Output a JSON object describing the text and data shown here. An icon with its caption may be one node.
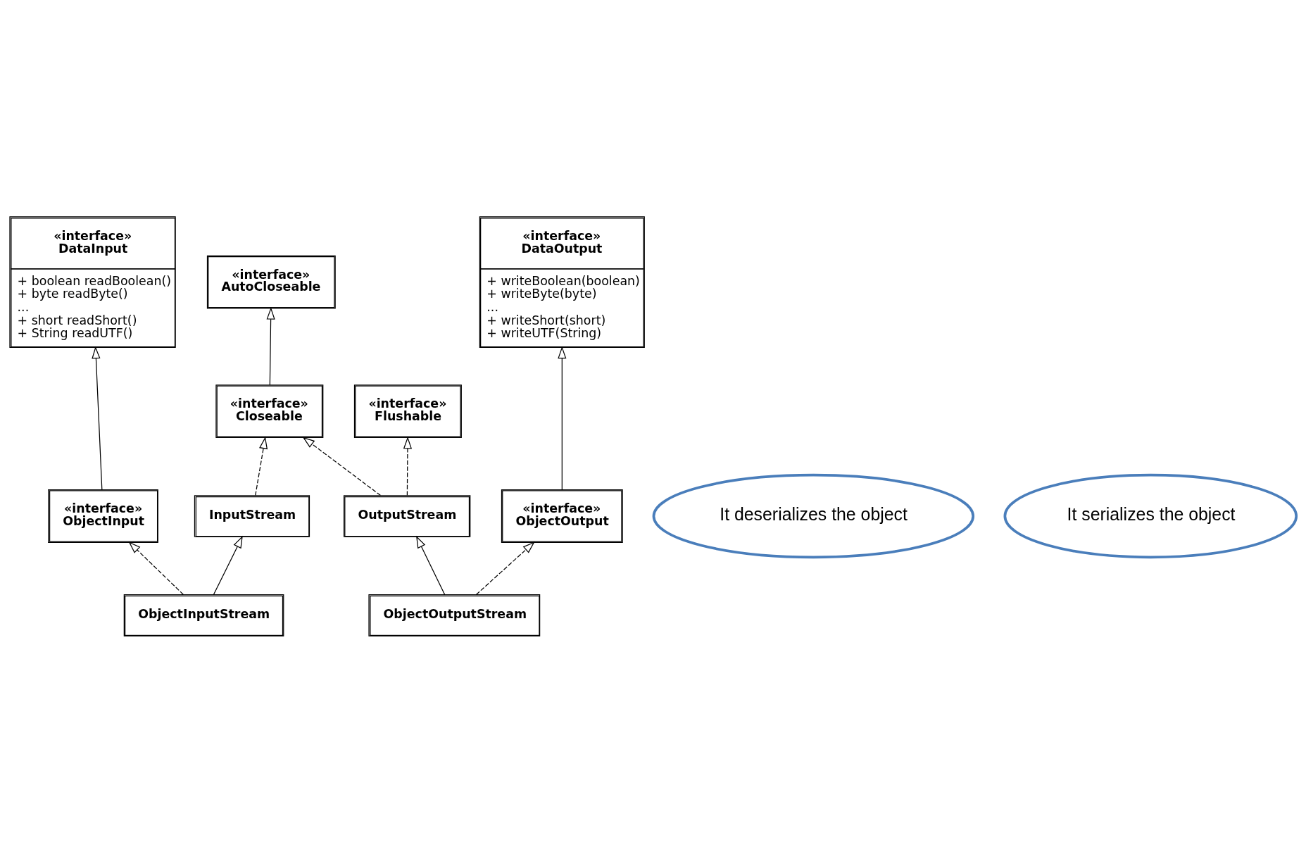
{
  "diagram": {
    "nodes": [
      {
        "text": [
          "«interface»",
          "DataInput",
          "+ boolean readBoolean()",
          "+ byte readByte()",
          "...",
          "+ short readShort()",
          "+ String readUTF()"
        ]
      },
      {
        "text": [
          "«interface»",
          "AutoCloseable"
        ]
      },
      {
        "text": [
          "«interface»",
          "DataOutput",
          "+ writeBoolean(boolean)",
          "+ writeByte(byte)",
          "...",
          "+ writeShort(short)",
          "+ writeUTF(String)"
        ]
      },
      {
        "text": [
          "«interface»",
          "ObjectInput"
        ]
      },
      {
        "text": [
          "«interface»",
          "Closeable"
        ]
      },
      {
        "text": [
          "«interface»",
          "Flushable"
        ]
      },
      {
        "text": [
          "InputStream"
        ]
      },
      {
        "text": [
          "OutputStream"
        ]
      },
      {
        "text": [
          "«interface»",
          "ObjectOutput"
        ]
      },
      {
        "text": [
          "ObjectInputStream"
        ]
      },
      {
        "text": [
          "ObjectOutputStream"
        ]
      },
      {
        "text": [
          "It deserializes the object"
        ]
      },
      {
        "text": [
          "It serializes the object"
        ]
      }
    ],
    "edges": [
      {
        "from": 3,
        "to": 0,
        "arrow": "to"
      },
      {
        "from": 4,
        "to": 1,
        "arrow": "to"
      },
      {
        "from": 8,
        "to": 2,
        "arrow": "to"
      },
      {
        "from": 6,
        "to": 4,
        "arrow": "to",
        "style": "dashed"
      },
      {
        "from": 7,
        "to": 4,
        "arrow": "to",
        "style": "dashed"
      },
      {
        "from": 7,
        "to": 5,
        "arrow": "to",
        "style": "dashed"
      },
      {
        "from": 9,
        "to": 6,
        "arrow": "to"
      },
      {
        "from": 9,
        "to": 3,
        "arrow": "to",
        "style": "dashed"
      },
      {
        "from": 10,
        "to": 7,
        "arrow": "to"
      },
      {
        "from": 10,
        "to": 8,
        "arrow": "to",
        "style": "dashed"
      }
    ]
  }
}
